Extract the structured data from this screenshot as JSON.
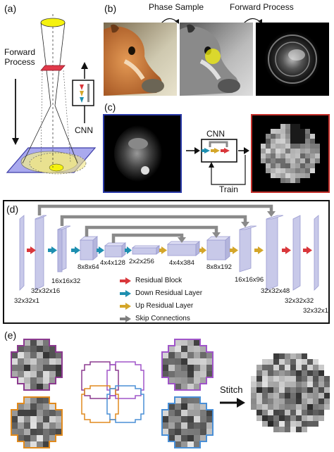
{
  "panels": {
    "a": {
      "letter": "(a)",
      "forward_process": "Forward\nProcess",
      "cnn": "CNN"
    },
    "b": {
      "letter": "(b)",
      "phase_sample": "Phase Sample",
      "forward_process": "Forward Process"
    },
    "c": {
      "letter": "(c)",
      "cnn": "CNN",
      "train": "Train"
    },
    "d": {
      "letter": "(d)",
      "dims": [
        "32x32x1",
        "32x32x16",
        "16x16x32",
        "8x8x64",
        "4x4x128",
        "2x2x256",
        "4x4x384",
        "8x8x192",
        "16x16x96",
        "32x32x48",
        "32x32x32",
        "32x32x1"
      ],
      "legend": [
        {
          "label": "Residual Block",
          "color": "#d9373b"
        },
        {
          "label": "Down Residual Layer",
          "color": "#1e8fb0"
        },
        {
          "label": "Up Residual Layer",
          "color": "#d4a62a"
        },
        {
          "label": "Skip Connections",
          "color": "#7f7f7f"
        }
      ]
    },
    "e": {
      "letter": "(e)",
      "stitch": "Stitch"
    }
  },
  "colors": {
    "block_fill": "#c5c6e8",
    "block_stroke": "#9a9bd0",
    "skip_gray": "#8a8a8a",
    "border_blue": "#2a3aa8",
    "border_red": "#c4302b",
    "tile_purple": "#8b3a8f",
    "tile_orange": "#e08a1e",
    "tile_violet": "#a055c9",
    "tile_blue": "#4a8fd6"
  }
}
